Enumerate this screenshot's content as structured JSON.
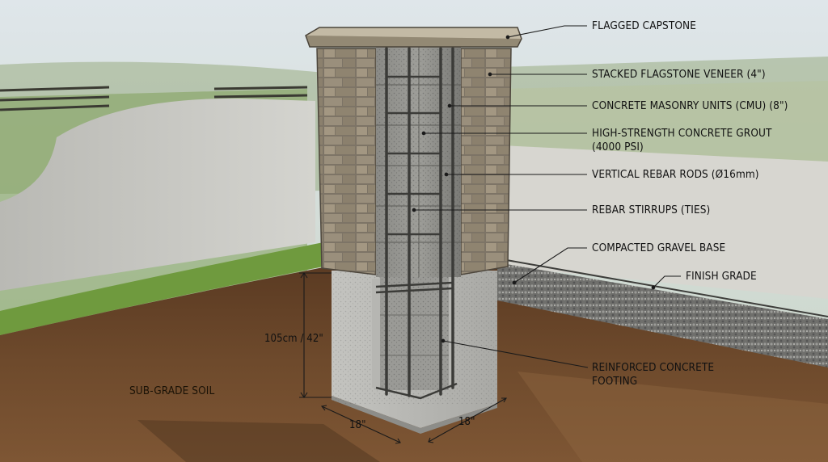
{
  "callouts": {
    "capstone": "FLAGGED CAPSTONE",
    "veneer": "STACKED FLAGSTONE VENEER (4\")",
    "cmu": "CONCRETE MASONRY UNITS (CMU) (8\")",
    "grout_line1": "HIGH-STRENGTH CONCRETE GROUT",
    "grout_line2": "(4000 PSI)",
    "rebar": "VERTICAL REBAR RODS (Ø16mm)",
    "stirrups": "REBAR STIRRUPS (TIES)",
    "gravel": "COMPACTED GRAVEL BASE",
    "finish_grade": "FINISH GRADE",
    "footing_line1": "REINFORCED CONCRETE",
    "footing_line2": "FOOTING",
    "soil": "SUB-GRADE SOIL"
  },
  "dimensions": {
    "depth": "105cm / 42\"",
    "width_left": "18\"",
    "width_right": "18\""
  }
}
